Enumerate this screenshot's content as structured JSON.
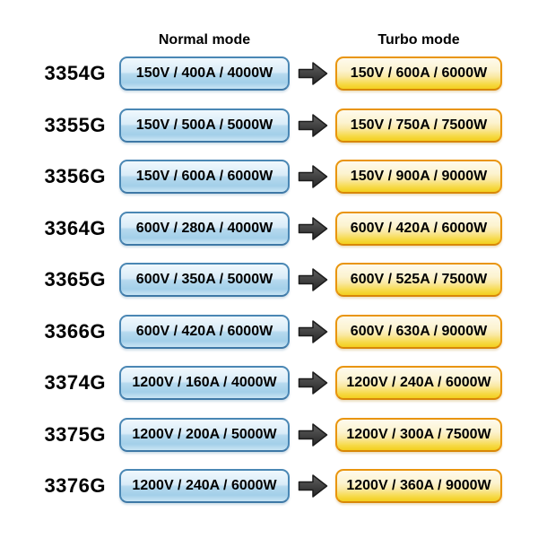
{
  "headers": {
    "normal": "Normal mode",
    "turbo": "Turbo mode"
  },
  "rows": [
    {
      "model": "3354G",
      "normal": "150V / 400A / 4000W",
      "turbo": "150V / 600A / 6000W"
    },
    {
      "model": "3355G",
      "normal": "150V / 500A / 5000W",
      "turbo": "150V / 750A / 7500W"
    },
    {
      "model": "3356G",
      "normal": "150V / 600A / 6000W",
      "turbo": "150V / 900A / 9000W"
    },
    {
      "model": "3364G",
      "normal": "600V / 280A / 4000W",
      "turbo": "600V / 420A / 6000W"
    },
    {
      "model": "3365G",
      "normal": "600V / 350A / 5000W",
      "turbo": "600V / 525A / 7500W"
    },
    {
      "model": "3366G",
      "normal": "600V / 420A / 6000W",
      "turbo": "600V / 630A / 9000W"
    },
    {
      "model": "3374G",
      "normal": "1200V / 160A / 4000W",
      "turbo": "1200V / 240A / 6000W"
    },
    {
      "model": "3375G",
      "normal": "1200V / 200A / 5000W",
      "turbo": "1200V / 300A / 7500W"
    },
    {
      "model": "3376G",
      "normal": "1200V / 240A / 6000W",
      "turbo": "1200V / 360A / 9000W"
    }
  ],
  "colors": {
    "normal_badge_border": "#4a87b4",
    "normal_badge_fill_top": "#f0f8fd",
    "normal_badge_fill_bottom": "#a3cfe9",
    "turbo_badge_border": "#e9950e",
    "turbo_badge_fill_top": "#fefaec",
    "turbo_badge_fill_bottom": "#f3cf1e",
    "arrow_fill": "#3a3a3a",
    "text": "#000000",
    "background": "#ffffff"
  },
  "icons": {
    "arrow": "right-block-arrow"
  }
}
